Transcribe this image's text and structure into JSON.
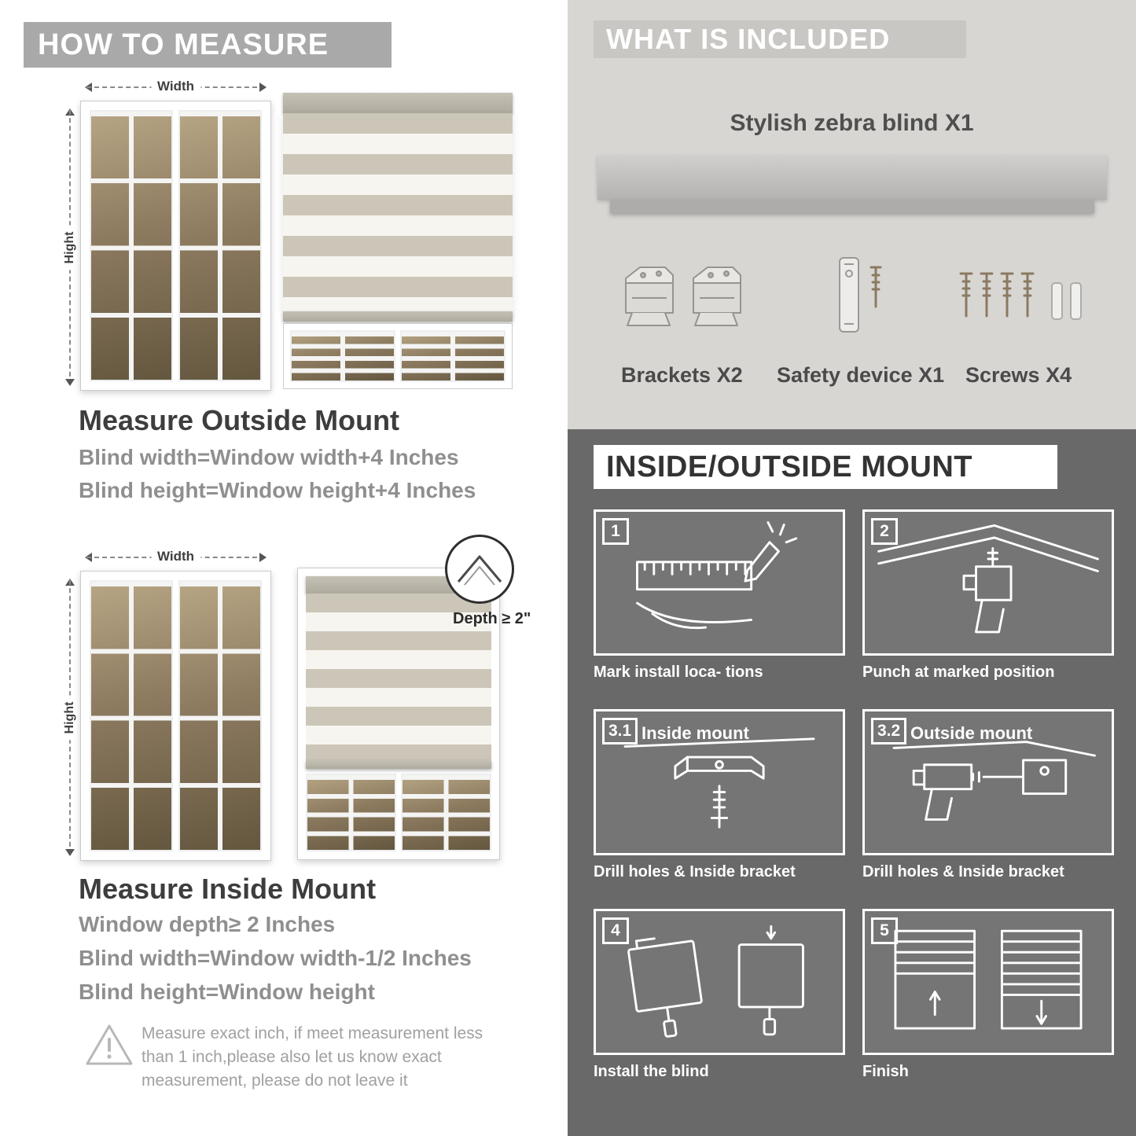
{
  "left": {
    "header": "HOW TO MEASURE",
    "figure_labels": {
      "width": "Width",
      "height": "Hight"
    },
    "outside_mount": {
      "title": "Measure Outside Mount",
      "line1": "Blind width=Window width+4 Inches",
      "line2": "Blind height=Window height+4 Inches"
    },
    "inside_mount": {
      "depth_callout": "Depth ≥ 2\"",
      "title": "Measure Inside Mount",
      "line1": "Window depth≥ 2 Inches",
      "line2": "Blind width=Window width-1/2 Inches",
      "line3": "Blind height=Window height"
    },
    "warning_note": "Measure exact inch, if meet measurement less than 1 inch,please also let us know exact measurement, please do not leave it"
  },
  "included": {
    "header": "WHAT IS INCLUDED",
    "product_label": "Stylish zebra blind X1",
    "items": [
      {
        "icon": "brackets-icon",
        "label": "Brackets X2"
      },
      {
        "icon": "safety-device-icon",
        "label": "Safety device X1"
      },
      {
        "icon": "screws-icon",
        "label": "Screws X4"
      }
    ]
  },
  "mount_guide": {
    "header": "INSIDE/OUTSIDE MOUNT",
    "steps": [
      {
        "num": "1",
        "caption": "Mark install loca- tions"
      },
      {
        "num": "2",
        "caption": "Punch at  marked position"
      },
      {
        "num": "3.1",
        "label": "Inside mount",
        "caption": "Drill holes &  Inside bracket"
      },
      {
        "num": "3.2",
        "label": "Outside mount",
        "caption": "Drill holes &  Inside bracket"
      },
      {
        "num": "4",
        "caption": "Install the blind"
      },
      {
        "num": "5",
        "caption": "Finish"
      }
    ]
  },
  "colors": {
    "header_banner": "#a9a9a9",
    "included_bg": "#d8d6d3",
    "included_banner": "#c9c7c3",
    "mount_bg": "#696969",
    "panel_bg": "#757575",
    "stripe_gray": "#ccc6b9",
    "stripe_sheer": "#f7f5ef",
    "heading_text": "#3d3d3d",
    "body_text": "#8f8f8f"
  }
}
